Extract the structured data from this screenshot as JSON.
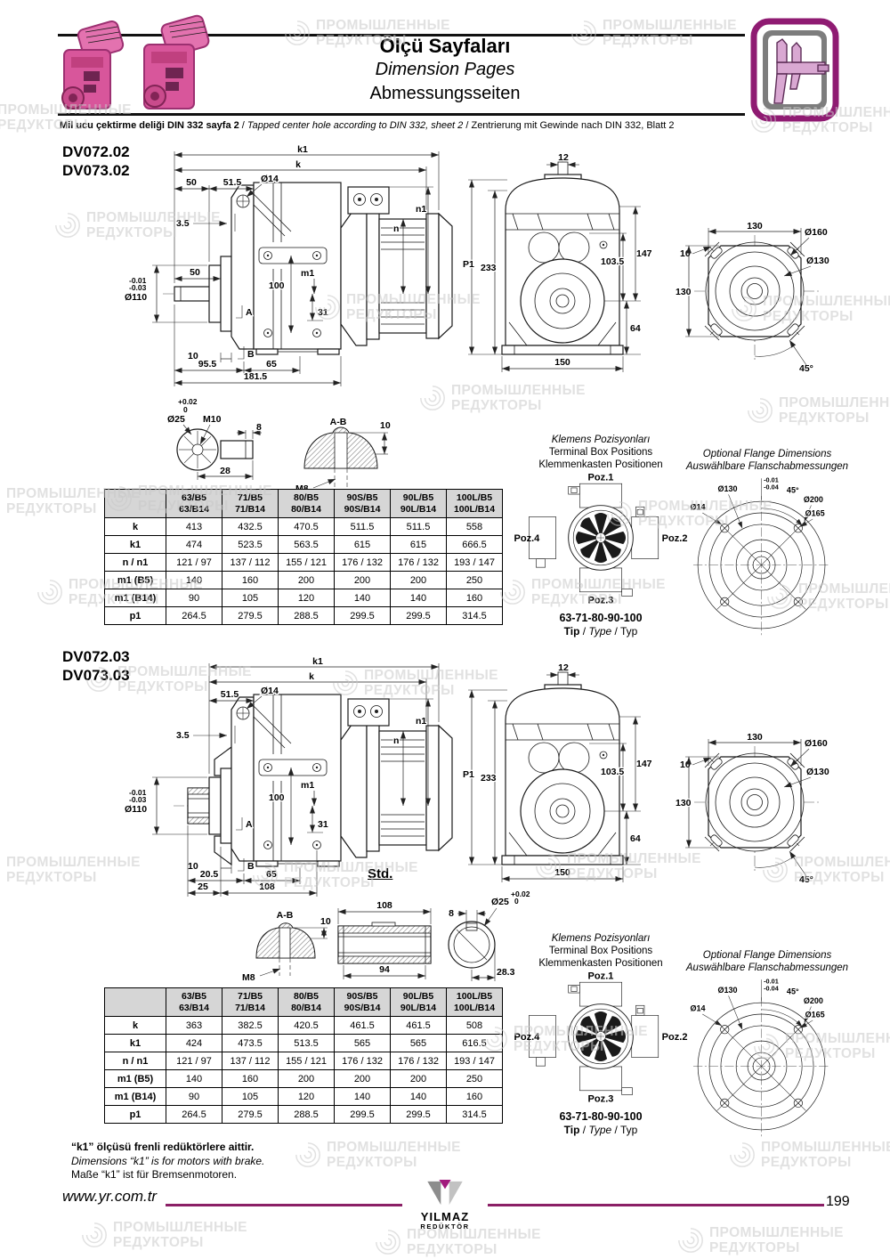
{
  "header": {
    "title_tr": "Ölçü Sayfaları",
    "title_en": "Dimension Pages",
    "title_de": "Abmessungsseiten",
    "note_tr": "Mil ucu çektirme deliği DIN 332 sayfa 2",
    "note_sep": " / ",
    "note_en": "Tapped center hole according to DIN 332, sheet 2",
    "note_de": "Zentrierung mit Gewinde nach DIN 332, Blatt 2"
  },
  "watermark": {
    "line1": "ПРОМЫШЛЕННЫЕ",
    "line2": "РЕДУКТОРЫ"
  },
  "front_view": {
    "d12": "12",
    "p1": "P1",
    "d233": "233",
    "d147": "147",
    "d103_5": "103.5",
    "d64": "64",
    "d150": "150"
  },
  "flange_view": {
    "d130_top": "130",
    "d10": "10",
    "d130_left": "130",
    "dia160": "Ø160",
    "dia130": "Ø130",
    "d45": "45°"
  },
  "ab_detail": {
    "ab": "A-B",
    "d10": "10",
    "m8": "M8"
  },
  "terminal_box": {
    "title1": "Klemens Pozisyonları",
    "title2": "Terminal Box Positions",
    "title3": "Klemmenkasten Positionen",
    "poz1": "Poz.1",
    "poz2": "Poz.2",
    "poz3": "Poz.3",
    "poz4": "Poz.4",
    "sizes": "63-71-80-90-100",
    "tip_tr": "Tip",
    "tip_en": "Type",
    "tip_de": "Typ",
    "sep": " / "
  },
  "optional_flange": {
    "title1": "Optional Flange Dimensions",
    "title2": "Auswählbare Flanschabmessungen",
    "tol1": "-0.01",
    "tol2": "-0.04",
    "dia130": "Ø130",
    "d45": "45°",
    "dia14": "Ø14",
    "dia200": "Ø200",
    "dia165": "Ø165"
  },
  "sections": [
    {
      "models": {
        "line1": "DV072.02",
        "line2": "DV073.02"
      },
      "side": {
        "k1": "k1",
        "k": "k",
        "d50": "50",
        "d51_5": "51.5",
        "dia14": "Ø14",
        "d3_5": "3.5",
        "d50b": "50",
        "tol1": "-0.01",
        "tol2": "-0.03",
        "dia110": "Ø110",
        "d100": "100",
        "m1": "m1",
        "n1": "n1",
        "n": "n",
        "a": "A",
        "d31": "31",
        "b": "B",
        "d10": "10",
        "d95_5": "95.5",
        "d65": "65",
        "d181_5": "181.5"
      },
      "shaft_detail": {
        "tol1": "+0.02",
        "tol2": "0",
        "dia25": "Ø25",
        "m10": "M10",
        "d8": "8",
        "d28": "28"
      },
      "table": {
        "col_headers": [
          [
            "63/B5",
            "63/B14"
          ],
          [
            "71/B5",
            "71/B14"
          ],
          [
            "80/B5",
            "80/B14"
          ],
          [
            "90S/B5",
            "90S/B14"
          ],
          [
            "90L/B5",
            "90L/B14"
          ],
          [
            "100L/B5",
            "100L/B14"
          ]
        ],
        "rows": [
          [
            "k",
            "413",
            "432.5",
            "470.5",
            "511.5",
            "511.5",
            "558"
          ],
          [
            "k1",
            "474",
            "523.5",
            "563.5",
            "615",
            "615",
            "666.5"
          ],
          [
            "n / n1",
            "121 / 97",
            "137 / 112",
            "155 / 121",
            "176 / 132",
            "176 / 132",
            "193 / 147"
          ],
          [
            "m1 (B5)",
            "140",
            "160",
            "200",
            "200",
            "200",
            "250"
          ],
          [
            "m1 (B14)",
            "90",
            "105",
            "120",
            "140",
            "140",
            "160"
          ],
          [
            "p1",
            "264.5",
            "279.5",
            "288.5",
            "299.5",
            "299.5",
            "314.5"
          ]
        ]
      }
    },
    {
      "models": {
        "line1": "DV072.03",
        "line2": "DV073.03"
      },
      "side": {
        "k1": "k1",
        "k": "k",
        "d51_5": "51.5",
        "dia14": "Ø14",
        "d3_5": "3.5",
        "tol1": "-0.01",
        "tol2": "-0.03",
        "dia110": "Ø110",
        "d100": "100",
        "m1": "m1",
        "n1": "n1",
        "n": "n",
        "a": "A",
        "d31": "31",
        "b": "B",
        "d10": "10",
        "d20_5": "20.5",
        "d65": "65",
        "d25": "25",
        "d108": "108"
      },
      "std_label": "Std.",
      "std_detail": {
        "ab": "A-B",
        "d10": "10",
        "m8": "M8",
        "d108": "108",
        "d94": "94",
        "d8": "8",
        "dia25": "Ø25",
        "tol1": "+0.02",
        "tol2": "0",
        "d28_3": "28.3"
      },
      "table": {
        "col_headers": [
          [
            "63/B5",
            "63/B14"
          ],
          [
            "71/B5",
            "71/B14"
          ],
          [
            "80/B5",
            "80/B14"
          ],
          [
            "90S/B5",
            "90S/B14"
          ],
          [
            "90L/B5",
            "90L/B14"
          ],
          [
            "100L/B5",
            "100L/B14"
          ]
        ],
        "rows": [
          [
            "k",
            "363",
            "382.5",
            "420.5",
            "461.5",
            "461.5",
            "508"
          ],
          [
            "k1",
            "424",
            "473.5",
            "513.5",
            "565",
            "565",
            "616.5"
          ],
          [
            "n / n1",
            "121 / 97",
            "137 / 112",
            "155 / 121",
            "176 / 132",
            "176 / 132",
            "193 / 147"
          ],
          [
            "m1 (B5)",
            "140",
            "160",
            "200",
            "200",
            "200",
            "250"
          ],
          [
            "m1 (B14)",
            "90",
            "105",
            "120",
            "140",
            "140",
            "160"
          ],
          [
            "p1",
            "264.5",
            "279.5",
            "288.5",
            "299.5",
            "299.5",
            "314.5"
          ]
        ]
      }
    }
  ],
  "footnote": {
    "l1": "“k1” ölçüsü frenli redüktörlere aittir.",
    "l2": "Dimensions “k1” is for motors with brake.",
    "l3": "Maße “k1” ist für Bremsenmotoren."
  },
  "footer": {
    "url": "www.yr.com.tr",
    "logo_line1": "YILMAZ",
    "logo_line2": "REDÜKTÖR",
    "page": "199"
  }
}
